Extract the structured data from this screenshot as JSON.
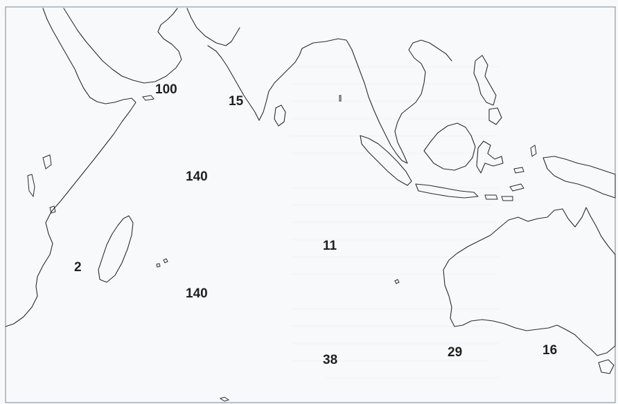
{
  "map": {
    "colors": {
      "coast": "#2a2a2a",
      "label": "#1f1f1f",
      "background": "#f7f9fa"
    },
    "labels": [
      {
        "id": "arabian-sea",
        "text": "100"
      },
      {
        "id": "bay-of-bengal",
        "text": "15"
      },
      {
        "id": "central-west",
        "text": "140"
      },
      {
        "id": "mozambique-channel",
        "text": "2"
      },
      {
        "id": "central-indian-ocean",
        "text": "11"
      },
      {
        "id": "south-west",
        "text": "140"
      },
      {
        "id": "south-central",
        "text": "38"
      },
      {
        "id": "south-australia-west",
        "text": "29"
      },
      {
        "id": "south-australia-east",
        "text": "16"
      }
    ]
  }
}
